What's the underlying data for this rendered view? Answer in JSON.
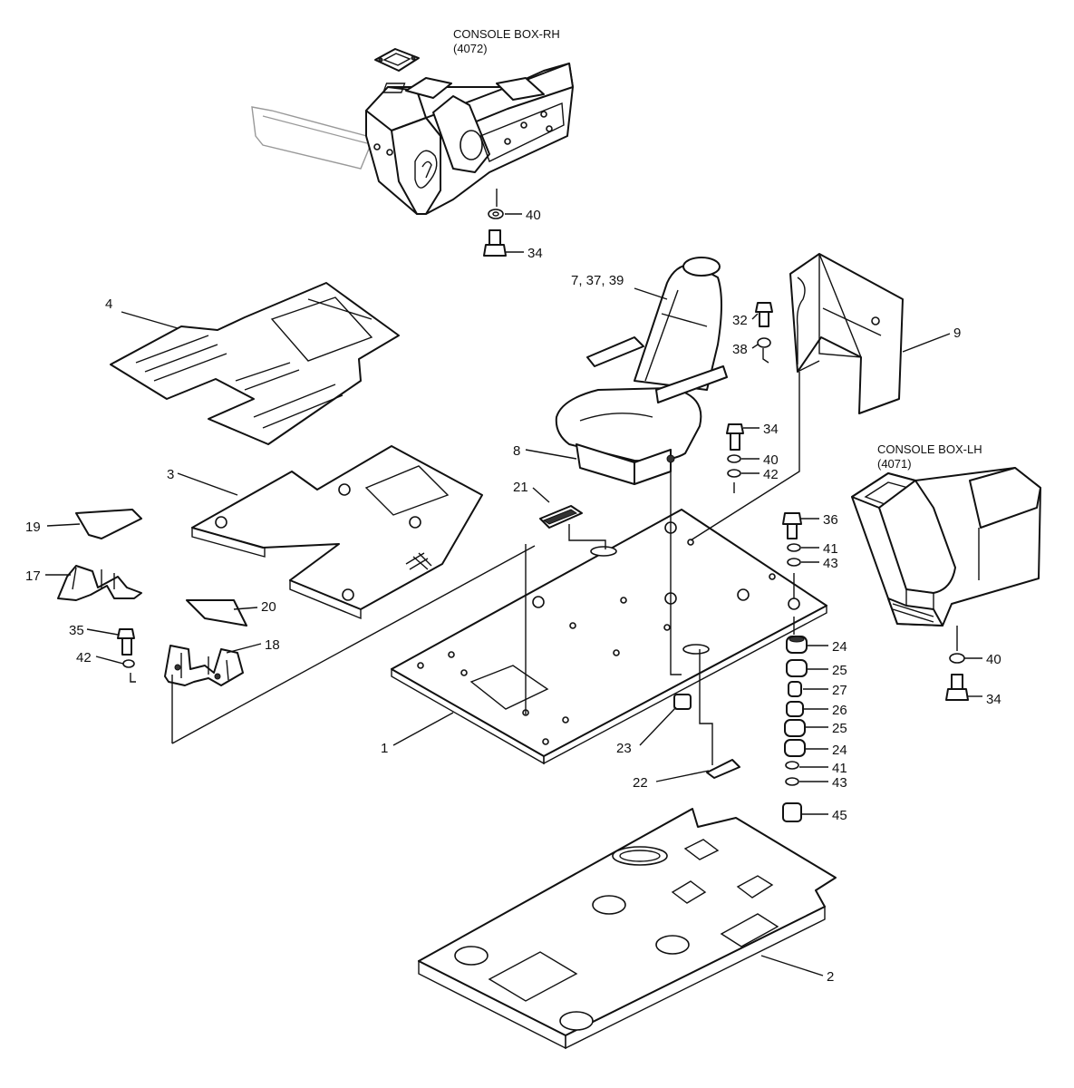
{
  "titles": {
    "console_rh": {
      "name": "CONSOLE BOX-RH",
      "code": "(4072)"
    },
    "console_lh": {
      "name": "CONSOLE BOX-LH",
      "code": "(4071)"
    }
  },
  "callouts": {
    "c40_rh": "40",
    "c34_rh": "34",
    "c4": "4",
    "c7": "7, 37, 39",
    "c32": "32",
    "c38": "38",
    "c9": "9",
    "c34_seat": "34",
    "c8": "8",
    "c40_seat": "40",
    "c42_seat": "42",
    "c3": "3",
    "c21": "21",
    "c19": "19",
    "c17": "17",
    "c20": "20",
    "c35": "35",
    "c42_left": "42",
    "c18": "18",
    "c36": "36",
    "c41_top": "41",
    "c43_top": "43",
    "c24_top": "24",
    "c25_top": "25",
    "c27": "27",
    "c26": "26",
    "c25_bot": "25",
    "c24_bot": "24",
    "c41_bot": "41",
    "c43_bot": "43",
    "c45": "45",
    "c1": "1",
    "c23": "23",
    "c22": "22",
    "c2": "2",
    "c40_lh": "40",
    "c34_lh": "34"
  }
}
